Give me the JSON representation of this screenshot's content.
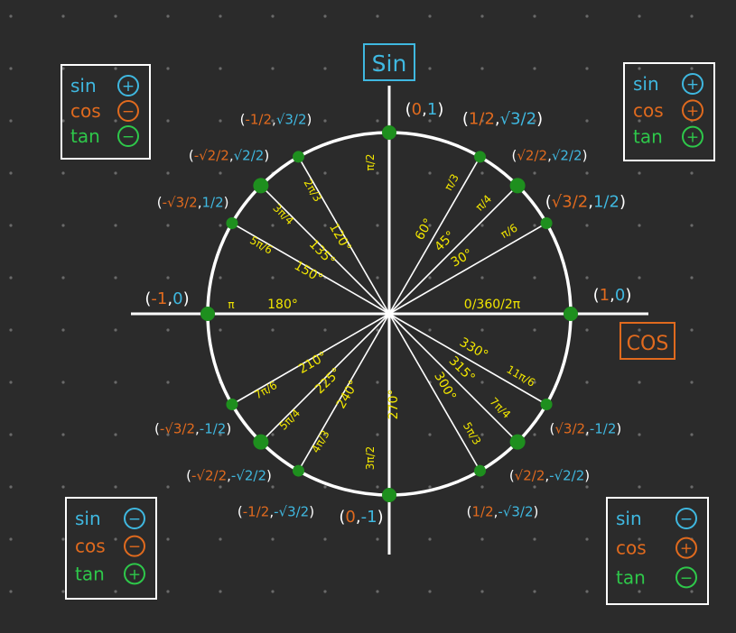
{
  "colors": {
    "background": "#2b2b2b",
    "dots": "#6a6a6a",
    "circle": "#ffffff",
    "point": "#1e8f1e",
    "sin": "#3fb8e0",
    "cos": "#e06a1e",
    "tan": "#2ec84a",
    "angle": "#f2e600",
    "box": "#ffffff"
  },
  "axes": {
    "sin_label": "Sin",
    "cos_label": "COS"
  },
  "quadrant_legends": [
    {
      "id": "q2",
      "rows": [
        {
          "fn": "sin",
          "sign": "+"
        },
        {
          "fn": "cos",
          "sign": "−"
        },
        {
          "fn": "tan",
          "sign": "−"
        }
      ]
    },
    {
      "id": "q1",
      "rows": [
        {
          "fn": "sin",
          "sign": "+"
        },
        {
          "fn": "cos",
          "sign": "+"
        },
        {
          "fn": "tan",
          "sign": "+"
        }
      ]
    },
    {
      "id": "q3",
      "rows": [
        {
          "fn": "sin",
          "sign": "−"
        },
        {
          "fn": "cos",
          "sign": "−"
        },
        {
          "fn": "tan",
          "sign": "+"
        }
      ]
    },
    {
      "id": "q4",
      "rows": [
        {
          "fn": "sin",
          "sign": "−"
        },
        {
          "fn": "cos",
          "sign": "+"
        },
        {
          "fn": "tan",
          "sign": "−"
        }
      ]
    }
  ],
  "angles": [
    {
      "deg": 0,
      "degree_label": "0/360/2π",
      "radian_label": "",
      "coord_x": "1",
      "coord_y": "0"
    },
    {
      "deg": 30,
      "degree_label": "30°",
      "radian_label": "π/6",
      "coord_x": "√3/2",
      "coord_y": "1/2"
    },
    {
      "deg": 45,
      "degree_label": "45°",
      "radian_label": "π/4",
      "coord_x": "√2/2",
      "coord_y": "√2/2"
    },
    {
      "deg": 60,
      "degree_label": "60°",
      "radian_label": "π/3",
      "coord_x": "1/2",
      "coord_y": "√3/2"
    },
    {
      "deg": 90,
      "degree_label": "",
      "radian_label": "π/2",
      "coord_x": "0",
      "coord_y": "1"
    },
    {
      "deg": 120,
      "degree_label": "120°",
      "radian_label": "2π/3",
      "coord_x": "-1/2",
      "coord_y": "√3/2"
    },
    {
      "deg": 135,
      "degree_label": "135°",
      "radian_label": "3π/4",
      "coord_x": "-√2/2",
      "coord_y": "√2/2"
    },
    {
      "deg": 150,
      "degree_label": "150°",
      "radian_label": "5π/6",
      "coord_x": "-√3/2",
      "coord_y": "1/2"
    },
    {
      "deg": 180,
      "degree_label": "180°",
      "radian_label": "π",
      "coord_x": "-1",
      "coord_y": "0"
    },
    {
      "deg": 210,
      "degree_label": "210°",
      "radian_label": "7π/6",
      "coord_x": "-√3/2",
      "coord_y": "-1/2"
    },
    {
      "deg": 225,
      "degree_label": "225°",
      "radian_label": "5π/4",
      "coord_x": "-√2/2",
      "coord_y": "-√2/2"
    },
    {
      "deg": 240,
      "degree_label": "240°",
      "radian_label": "4π/3",
      "coord_x": "-1/2",
      "coord_y": "-√3/2"
    },
    {
      "deg": 270,
      "degree_label": "270°",
      "radian_label": "3π/2",
      "coord_x": "0",
      "coord_y": "-1"
    },
    {
      "deg": 300,
      "degree_label": "300°",
      "radian_label": "5π/3",
      "coord_x": "1/2",
      "coord_y": "-√3/2"
    },
    {
      "deg": 315,
      "degree_label": "315°",
      "radian_label": "7π/4",
      "coord_x": "√2/2",
      "coord_y": "-√2/2"
    },
    {
      "deg": 330,
      "degree_label": "330°",
      "radian_label": "11π/6",
      "coord_x": "√3/2",
      "coord_y": "-1/2"
    }
  ]
}
